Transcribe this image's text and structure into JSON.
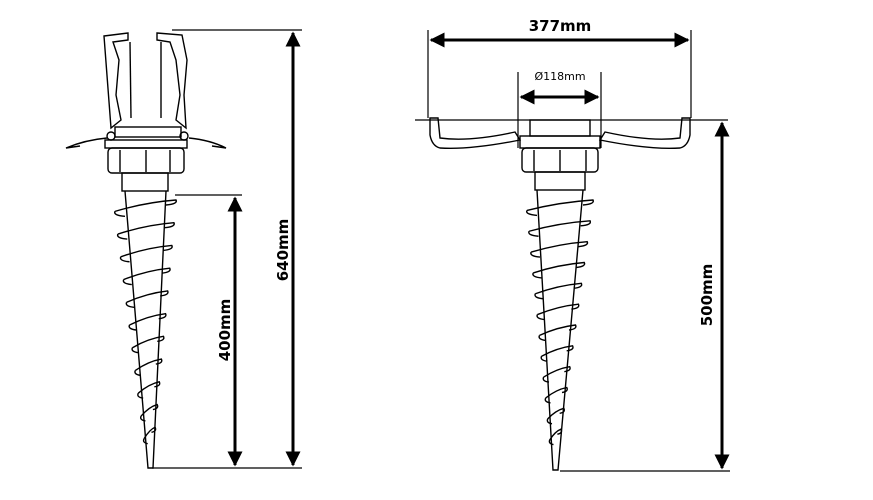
{
  "dimensions": {
    "total_height": "640mm",
    "spike_length": "400mm",
    "tray_width": "377mm",
    "holder_diameter": "Ø118mm",
    "spike_length_flat_version": "500mm"
  }
}
